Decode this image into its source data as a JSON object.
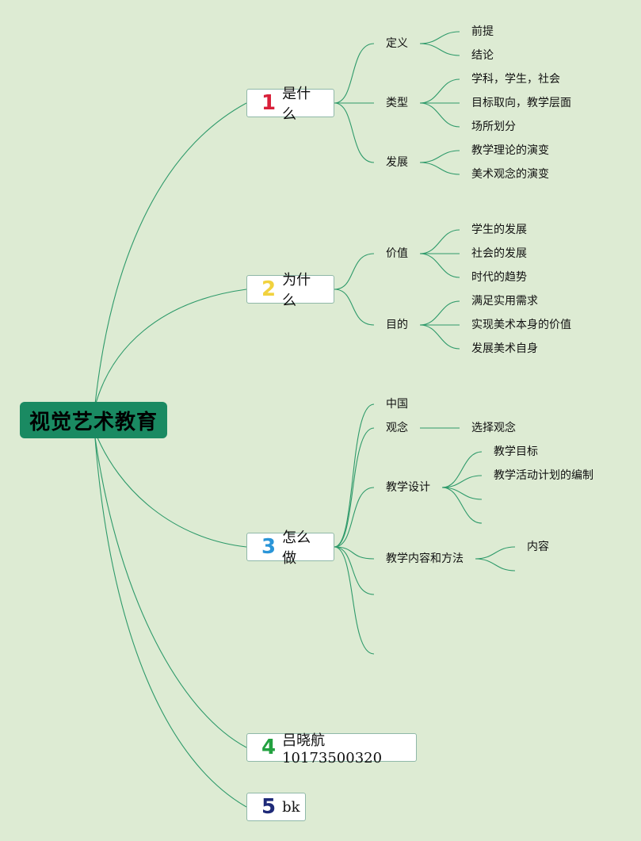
{
  "root": {
    "title": "视觉艺术教育"
  },
  "branches": [
    {
      "number": "1",
      "label": "是什么"
    },
    {
      "number": "2",
      "label": "为什么"
    },
    {
      "number": "3",
      "label": "怎么做"
    },
    {
      "number": "4",
      "label": "吕晓航 10173500320"
    },
    {
      "number": "5",
      "label": "bk"
    }
  ],
  "b1": {
    "def": {
      "label": "定义",
      "children": [
        "前提",
        "结论"
      ]
    },
    "type": {
      "label": "类型",
      "children": [
        "学科，学生，社会",
        "目标取向，教学层面",
        "场所划分"
      ]
    },
    "dev": {
      "label": "发展",
      "children": [
        "教学理论的演变",
        "美术观念的演变"
      ]
    }
  },
  "b2": {
    "value": {
      "label": "价值",
      "children": [
        "学生的发展",
        "社会的发展",
        "时代的趋势"
      ]
    },
    "goal": {
      "label": "目的",
      "children": [
        "满足实用需求",
        "实现美术本身的价值",
        "发展美术自身"
      ]
    }
  },
  "b3": {
    "china": {
      "label": "中国"
    },
    "idea": {
      "label": "观念",
      "children": [
        "选择观念"
      ]
    },
    "design": {
      "label": "教学设计",
      "children": [
        "教学目标",
        "教学活动计划的编制"
      ]
    },
    "content": {
      "label": "教学内容和方法",
      "children": [
        "内容"
      ]
    }
  },
  "colors": {
    "background": "#ddebd3",
    "root": "#1a8a62",
    "line": "#2e9a6a"
  }
}
